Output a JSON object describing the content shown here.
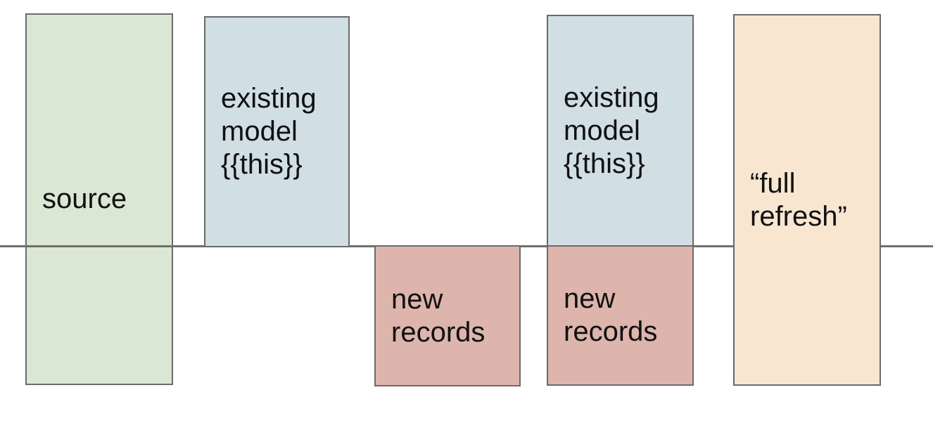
{
  "canvas": {
    "background": "#ffffff",
    "text_color": "#111111",
    "border_color": "#6a6a6a"
  },
  "timeline": {
    "color": "#6e6e6e"
  },
  "diagram": {
    "boxes": [
      {
        "id": "source",
        "label": "source",
        "fill": "#dbe7d5"
      },
      {
        "id": "existing-model-1",
        "label": "existing model {{this}}",
        "fill": "#d1dee4"
      },
      {
        "id": "new-records-1",
        "label": "new records",
        "fill": "#ddb5ad"
      },
      {
        "id": "existing-model-2",
        "label": "existing model {{this}}",
        "fill": "#d1dee4"
      },
      {
        "id": "new-records-2",
        "label": "new records",
        "fill": "#ddb5ad"
      },
      {
        "id": "full-refresh",
        "label": "“full refresh”",
        "fill": "#f8e6d1"
      }
    ]
  }
}
